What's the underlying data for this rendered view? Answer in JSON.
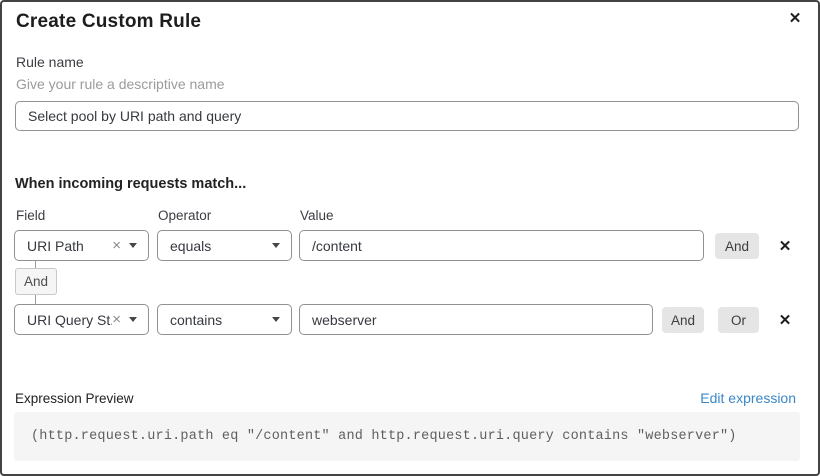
{
  "colors": {
    "link": "#3b87c8",
    "button_bg": "#e5e5e5",
    "code_bg": "#f5f5f5"
  },
  "icons": {
    "close": "✕",
    "delete": "✕",
    "clear": "×"
  },
  "dialog": {
    "title": "Create Custom Rule"
  },
  "rule_name": {
    "label": "Rule name",
    "hint": "Give your rule a descriptive name",
    "value": "Select pool by URI path and query"
  },
  "match": {
    "heading": "When incoming requests match...",
    "columns": {
      "field": "Field",
      "operator": "Operator",
      "value": "Value"
    },
    "connector": "And",
    "rows": [
      {
        "field": "URI Path",
        "operator": "equals",
        "value": "/content",
        "and_label": "And"
      },
      {
        "field": "URI Query St...",
        "operator": "contains",
        "value": "webserver",
        "and_label": "And",
        "or_label": "Or"
      }
    ]
  },
  "expression": {
    "label": "Expression Preview",
    "edit_link": "Edit expression",
    "code": "(http.request.uri.path eq \"/content\" and http.request.uri.query contains \"webserver\")"
  }
}
